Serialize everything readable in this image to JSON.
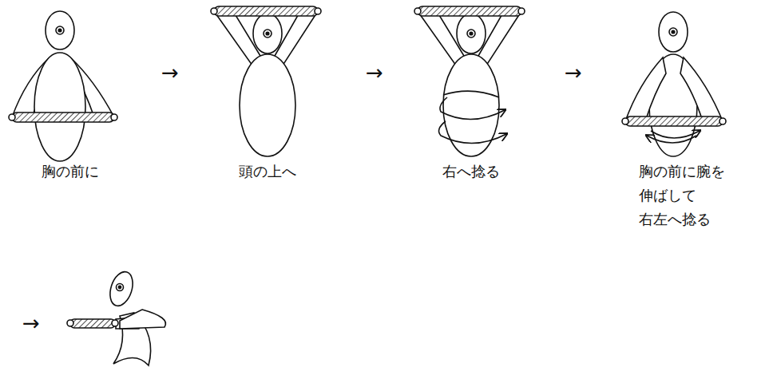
{
  "diagram": {
    "labels": [
      "→",
      "→",
      "→",
      "胸の前に",
      "頭の上へ",
      "右へ捻る",
      "胸の前に腕を 伸ばして 右左へ捻る",
      "→"
    ]
  }
}
